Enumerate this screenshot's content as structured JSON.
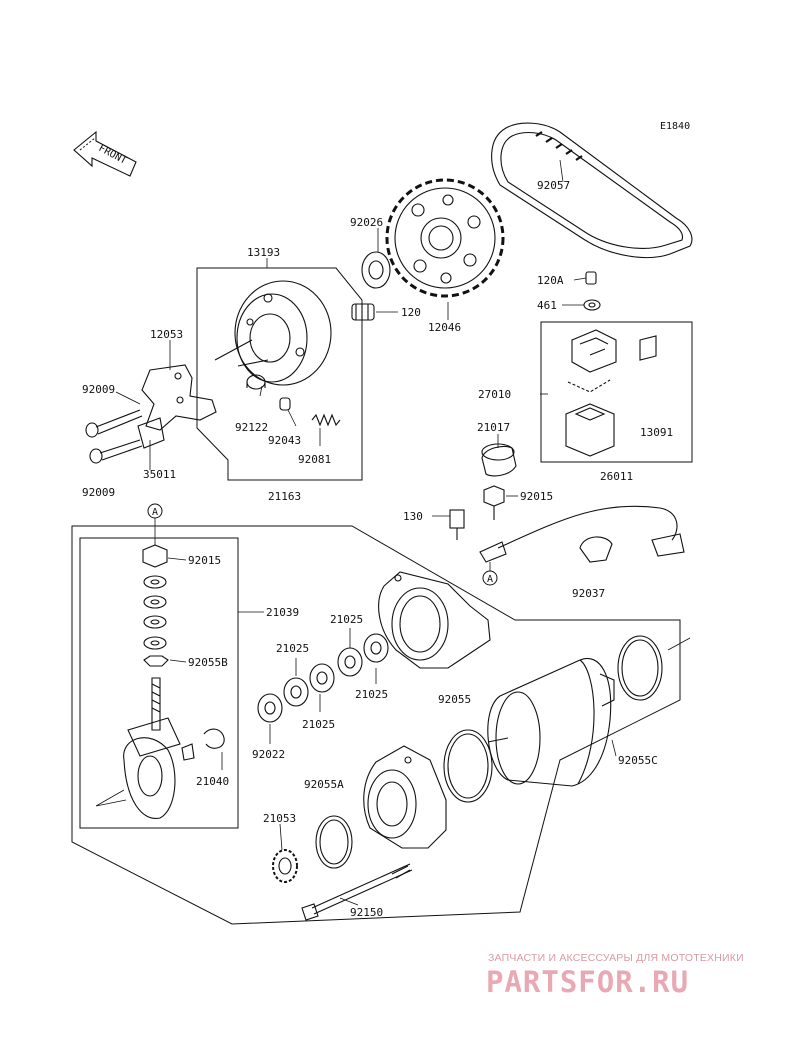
{
  "diagram": {
    "code": "E1840",
    "front_label": "FRONT",
    "connectors": {
      "a_top": "A",
      "a_right": "A"
    },
    "parts": {
      "p92057": "92057",
      "p92026": "92026",
      "p13193": "13193",
      "p12046": "12046",
      "p120": "120",
      "p120A": "120A",
      "p461": "461",
      "p12053": "12053",
      "p27010": "27010",
      "p92009a": "92009",
      "p92122": "92122",
      "p92043": "92043",
      "p92081": "92081",
      "p35011": "35011",
      "p21017": "21017",
      "p13091": "13091",
      "p26011": "26011",
      "p92009b": "92009",
      "p21163": "21163",
      "p130": "130",
      "p92015a": "92015",
      "p92015b": "92015",
      "p21039": "21039",
      "p21025a": "21025",
      "p21025b": "21025",
      "p21025c": "21025",
      "p21025d": "21025",
      "p92037": "92037",
      "p92055B": "92055B",
      "p92055": "92055",
      "p92022": "92022",
      "p92055C": "92055C",
      "p21040": "21040",
      "p92055A": "92055A",
      "p21053": "21053",
      "p92150": "92150"
    }
  },
  "watermark": {
    "tagline": "ЗАПЧАСТИ И АКСЕССУАРЫ ДЛЯ МОТОТЕХНИКИ",
    "logo": "PARTSFOR.RU"
  }
}
